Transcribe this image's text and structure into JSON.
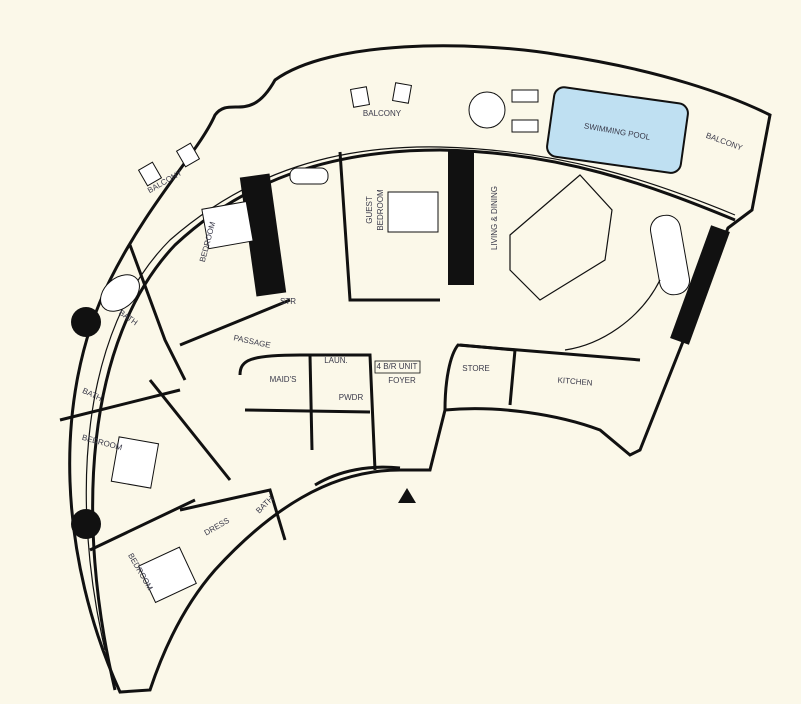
{
  "plan": {
    "colors": {
      "background": "#fbf8e9",
      "pool": "#bfe0f2",
      "walls": "#111111"
    },
    "labels": {
      "balcony_left": "BALCONY",
      "balcony_top": "BALCONY",
      "balcony_right": "BALCONY",
      "pool": "SWIMMING POOL",
      "bedroom_master": "BEDROOM",
      "guest_bedroom_1": "GUEST",
      "guest_bedroom_2": "BEDROOM",
      "living_dining": "LIVING & DINING",
      "str": "STR",
      "passage": "PASSAGE",
      "bath_1": "BATH",
      "bath_2": "BATH",
      "laun": "LAUN.",
      "maids": "MAID'S",
      "pwdr": "PWDR",
      "unit": "4 B/R UNIT",
      "foyer": "FOYER",
      "store": "STORE",
      "kitchen": "KITCHEN",
      "bedroom_2": "BEDROOM",
      "bedroom_3": "BEDROOM",
      "dress": "DRESS",
      "bath_3": "BATH"
    },
    "entry_icon": "arrow-up-icon"
  }
}
